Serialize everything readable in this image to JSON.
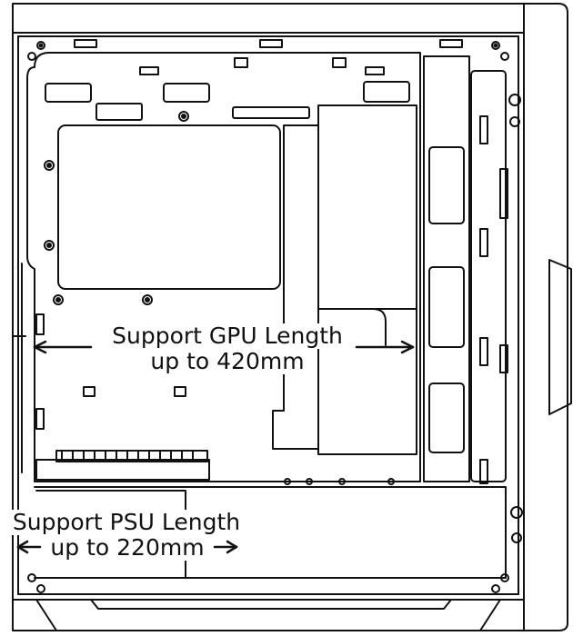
{
  "gpu_callout": {
    "line1": "Support GPU Length",
    "line2": "up to 420mm"
  },
  "psu_callout": {
    "line1": "Support PSU Length",
    "line2": "up to 220mm"
  },
  "colors": {
    "stroke": "#111111",
    "background": "#ffffff"
  }
}
